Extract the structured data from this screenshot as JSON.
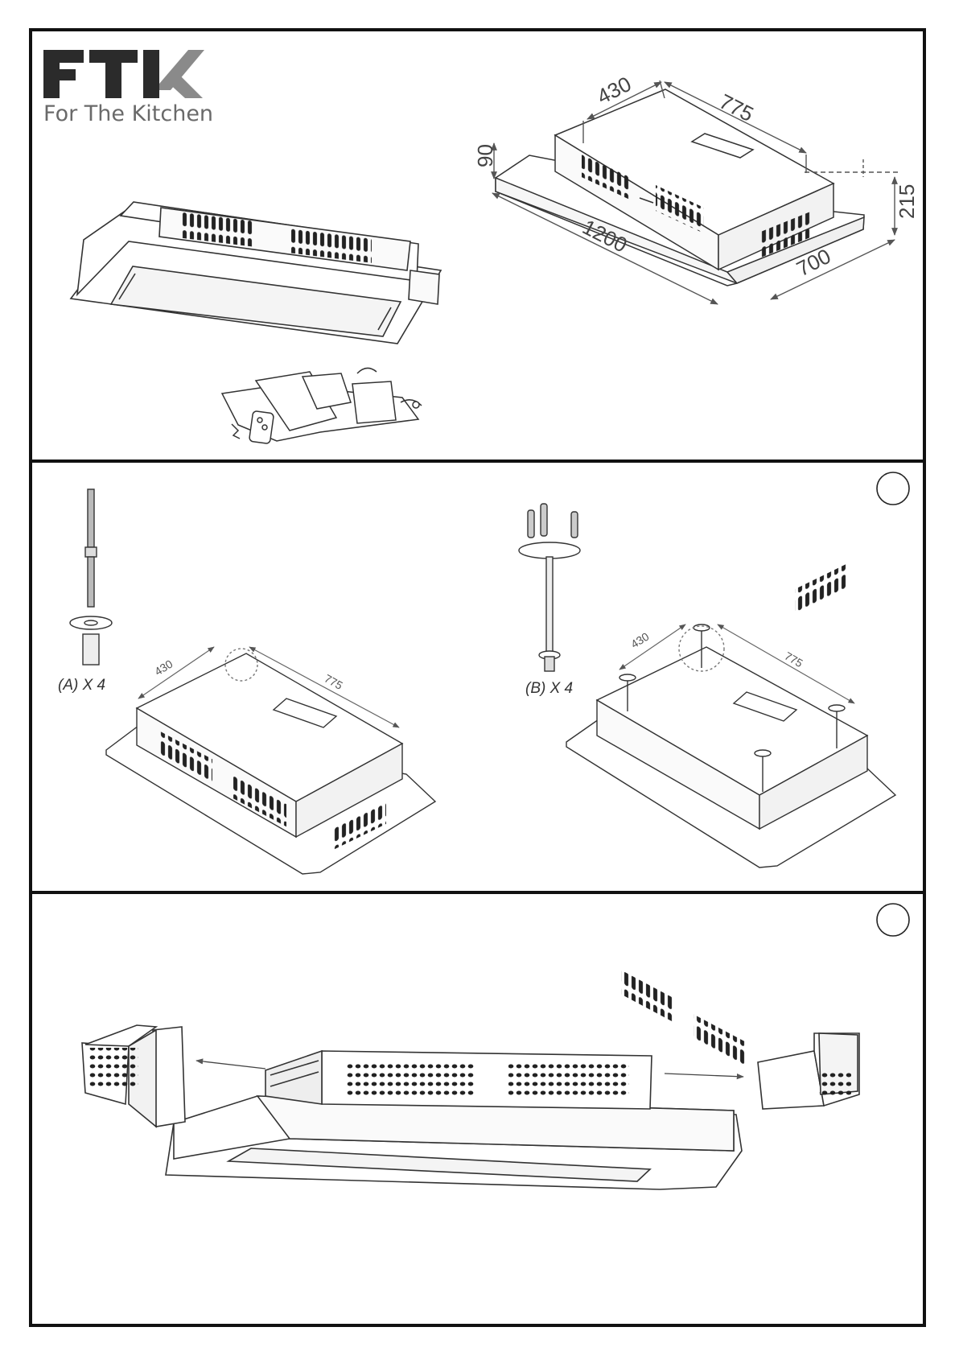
{
  "brand": {
    "logo_text": "FTK",
    "tagline": "For The Kitchen"
  },
  "panel1": {
    "dimensions": {
      "depth_top": "430",
      "length_top": "775",
      "height_small": "90",
      "length_total": "1200",
      "width_total": "700",
      "height_total": "215"
    }
  },
  "panel2": {
    "step_marker": "",
    "part_a_label": "(A) X 4",
    "part_b_label": "(B) X 4",
    "dim_left_depth": "430",
    "dim_left_length": "775",
    "dim_right_depth": "430",
    "dim_right_length": "775"
  },
  "panel3": {
    "step_marker": ""
  },
  "colors": {
    "frame": "#111111",
    "logo_dark": "#2b2b2b",
    "logo_gray": "#8a8a8a",
    "line": "#333333",
    "dim_line": "#555555"
  }
}
